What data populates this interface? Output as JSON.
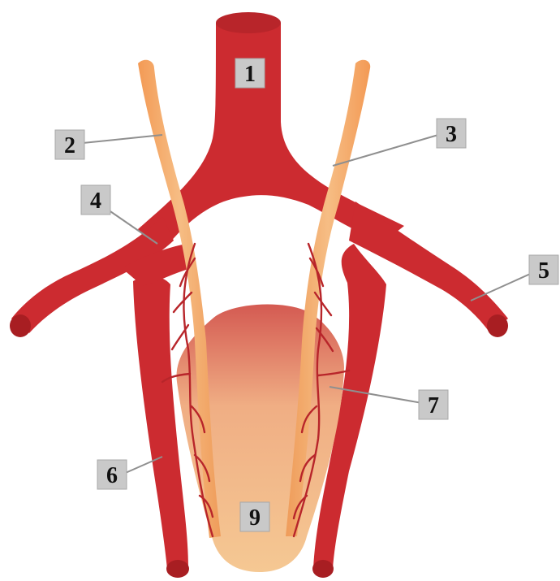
{
  "labels": [
    {
      "id": "1",
      "text": "1"
    },
    {
      "id": "2",
      "text": "2"
    },
    {
      "id": "3",
      "text": "3"
    },
    {
      "id": "4",
      "text": "4"
    },
    {
      "id": "5",
      "text": "5"
    },
    {
      "id": "6",
      "text": "6"
    },
    {
      "id": "7",
      "text": "7"
    },
    {
      "id": "9",
      "text": "9"
    }
  ],
  "colors": {
    "artery": "#cc2b30",
    "artery_dark": "#a81e22",
    "ureter": "#f0a566",
    "ureter_light": "#f6c58f",
    "organ_top": "#d9675c",
    "organ_mid": "#f2b283",
    "organ_bottom": "#f4c690",
    "label_box": "#c9c9c9",
    "leader_line": "#8f8f8f"
  }
}
